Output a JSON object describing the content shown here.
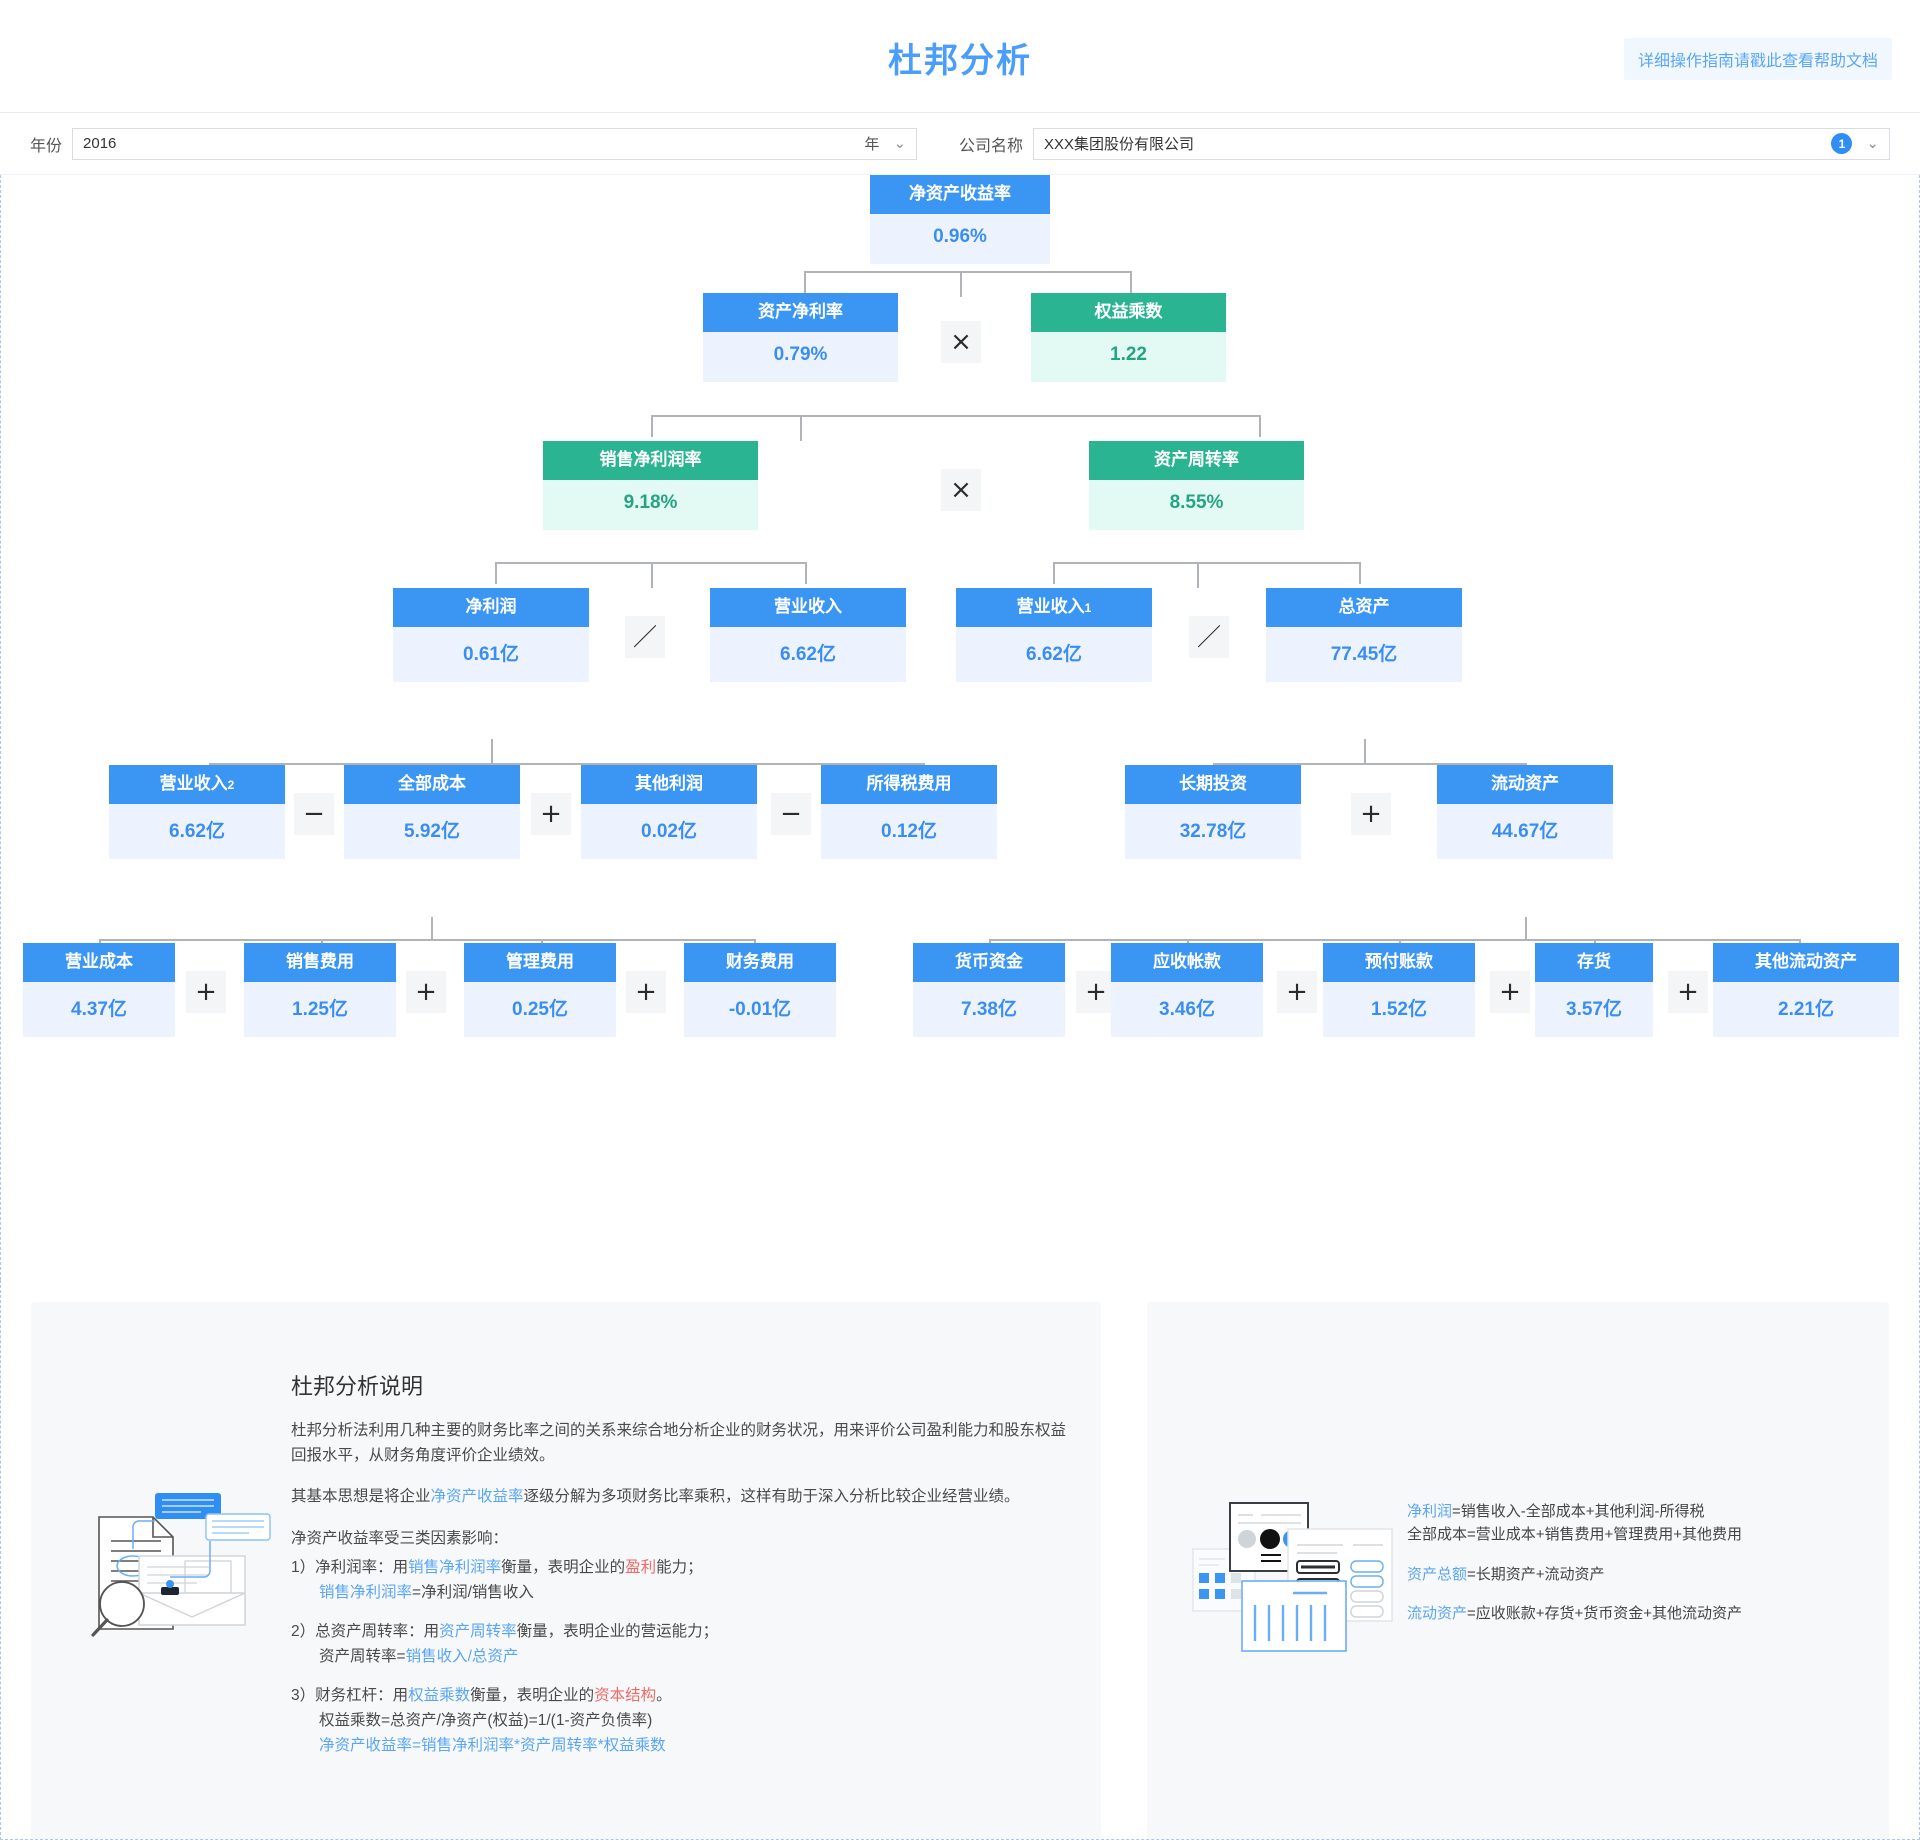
{
  "header": {
    "title": "杜邦分析",
    "help_link": "详细操作指南请戳此查看帮助文档"
  },
  "filters": {
    "year_label": "年份",
    "year_value": "2016",
    "year_unit": "年",
    "company_label": "公司名称",
    "company_value": "XXX集团股份有限公司",
    "company_badge": "1",
    "caret": "⌄"
  },
  "chart_data": {
    "type": "diagram",
    "title": "杜邦分析",
    "nodes": {
      "roe": {
        "label": "净资产收益率",
        "value": "0.96%",
        "color": "blue"
      },
      "roa": {
        "label": "资产净利率",
        "value": "0.79%",
        "color": "blue"
      },
      "equity_mult": {
        "label": "权益乘数",
        "value": "1.22",
        "color": "green"
      },
      "net_margin": {
        "label": "销售净利润率",
        "value": "9.18%",
        "color": "green"
      },
      "asset_turnover": {
        "label": "资产周转率",
        "value": "8.55%",
        "color": "green"
      },
      "net_profit": {
        "label": "净利润",
        "value": "0.61亿",
        "color": "blue"
      },
      "revenue": {
        "label": "营业收入",
        "value": "6.62亿",
        "color": "blue"
      },
      "revenue1": {
        "label": "营业收入",
        "sub": "1",
        "value": "6.62亿",
        "color": "blue"
      },
      "total_assets": {
        "label": "总资产",
        "value": "77.45亿",
        "color": "blue"
      },
      "revenue2": {
        "label": "营业收入",
        "sub": "2",
        "value": "6.62亿",
        "color": "blue"
      },
      "total_cost": {
        "label": "全部成本",
        "value": "5.92亿",
        "color": "blue"
      },
      "other_profit": {
        "label": "其他利润",
        "value": "0.02亿",
        "color": "blue"
      },
      "income_tax": {
        "label": "所得税费用",
        "value": "0.12亿",
        "color": "blue"
      },
      "long_invest": {
        "label": "长期投资",
        "value": "32.78亿",
        "color": "blue"
      },
      "current_assets": {
        "label": "流动资产",
        "value": "44.67亿",
        "color": "blue"
      },
      "operating_cost": {
        "label": "营业成本",
        "value": "4.37亿",
        "color": "blue"
      },
      "selling_exp": {
        "label": "销售费用",
        "value": "1.25亿",
        "color": "blue"
      },
      "admin_exp": {
        "label": "管理费用",
        "value": "0.25亿",
        "color": "blue"
      },
      "finance_exp": {
        "label": "财务费用",
        "value": "-0.01亿",
        "color": "blue"
      },
      "cash": {
        "label": "货币资金",
        "value": "7.38亿",
        "color": "blue"
      },
      "receivables": {
        "label": "应收帐款",
        "value": "3.46亿",
        "color": "blue"
      },
      "prepayments": {
        "label": "预付账款",
        "value": "1.52亿",
        "color": "blue"
      },
      "inventory": {
        "label": "存货",
        "value": "3.57亿",
        "color": "blue"
      },
      "other_current": {
        "label": "其他流动资产",
        "value": "2.21亿",
        "color": "blue"
      }
    },
    "operators": {
      "mult": "×",
      "div": "／",
      "minus": "−",
      "plus": "+"
    },
    "colors": {
      "blue_head": "#3b96f3",
      "blue_body": "#edf3fe",
      "blue_text": "#3b8ef0",
      "green_head": "#2bb492",
      "green_body": "#e3faf4",
      "green_text": "#25a484",
      "accent": "#4a9df8"
    }
  },
  "explain": {
    "title": "杜邦分析说明",
    "p1": "杜邦分析法利用几种主要的财务比率之间的关系来综合地分析企业的财务状况，用来评价公司盈利能力和股东权益回报水平，从财务角度评价企业绩效。",
    "p2_a": "其基本思想是将企业",
    "p2_link": "净资产收益率",
    "p2_b": "逐级分解为多项财务比率乘积，这样有助于深入分析比较企业经营业绩。",
    "p3": "净资产收益率受三类因素影响：",
    "item1_a": "1）净利润率：用",
    "item1_link": "销售净利润率",
    "item1_b": "衡量，表明企业的",
    "item1_red": "盈利",
    "item1_c": "能力；",
    "item1_formula_link": "销售净利润率",
    "item1_formula_rest": "=净利润/销售收入",
    "item2_a": "2）总资产周转率：用",
    "item2_link": "资产周转率",
    "item2_b": "衡量，表明企业的营运能力；",
    "item2_formula_pre": "资产周转率=",
    "item2_formula_link": "销售收入/总资产",
    "item3_a": "3）财务杠杆：用",
    "item3_link": "权益乘数",
    "item3_b": "衡量，表明企业的",
    "item3_red": "资本结构",
    "item3_c": "。",
    "item3_formula1": "权益乘数=总资产/净资产(权益)=1/(1-资产负债率)",
    "item3_formula2": "净资产收益率=销售净利润率*资产周转率*权益乘数"
  },
  "formulas": {
    "f1_link": "净利润",
    "f1_rest": "=销售收入-全部成本+其他利润-所得税",
    "f2": "全部成本=营业成本+销售费用+管理费用+其他费用",
    "f3_link": "资产总额",
    "f3_rest": "=长期资产+流动资产",
    "f4_link": "流动资产",
    "f4_rest": "=应收账款+存货+货币资金+其他流动资产"
  }
}
